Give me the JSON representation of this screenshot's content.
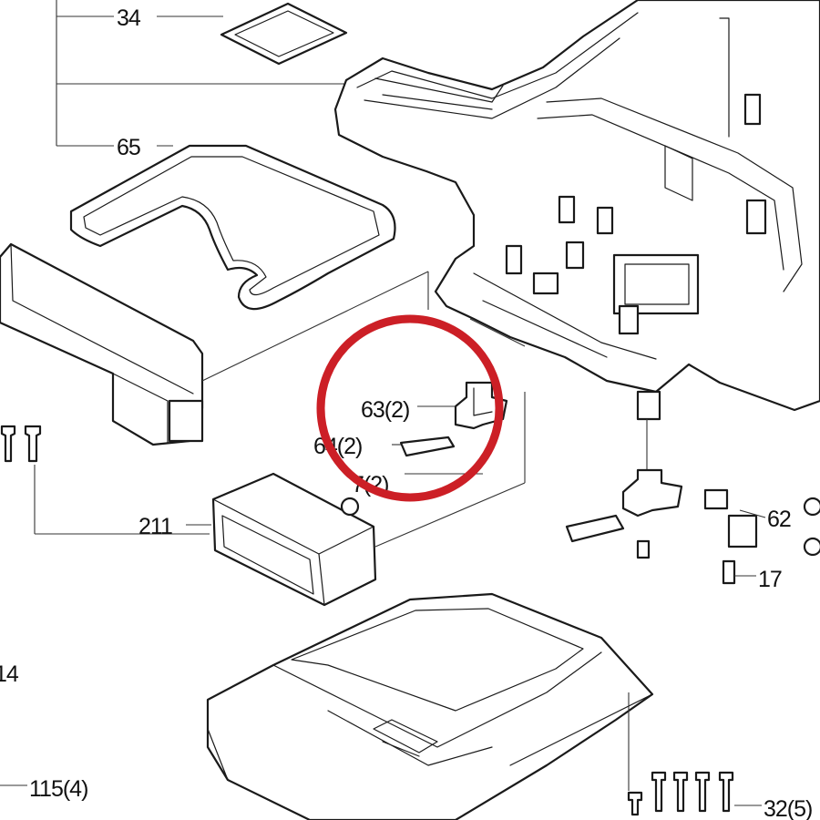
{
  "highlight_color": "#cc1f26",
  "labels": {
    "p34": "34",
    "p65": "65",
    "p63": "63(2)",
    "p64": "64(2)",
    "p7": "7(2)",
    "p211": "211",
    "p62": "62",
    "p17": "17",
    "p14": "14",
    "p115": "115(4)",
    "p32": "32(5)"
  }
}
